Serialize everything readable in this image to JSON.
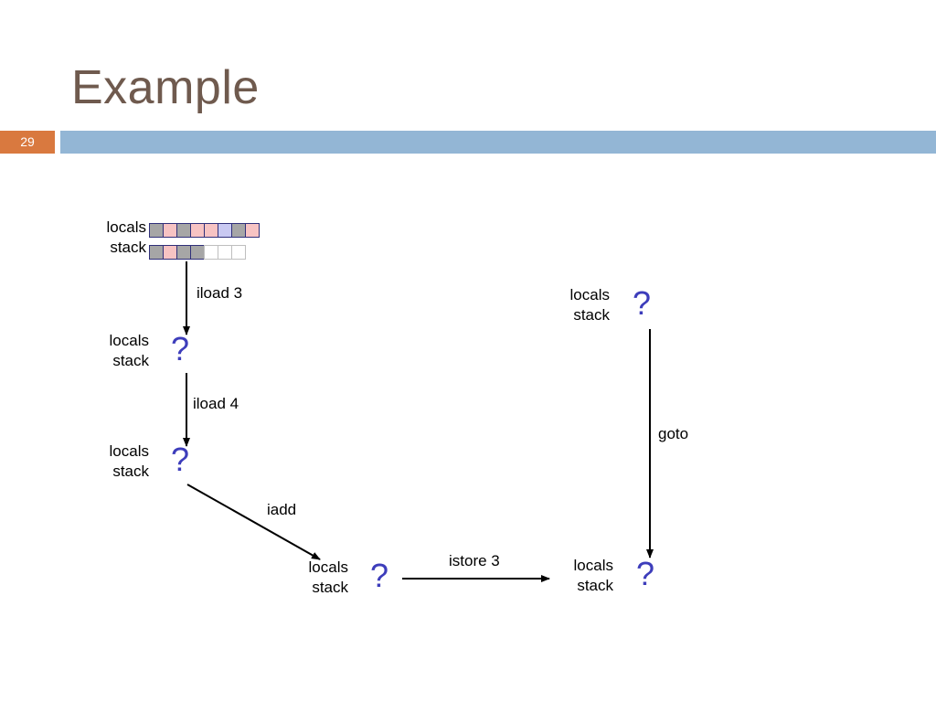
{
  "slide": {
    "title": "Example",
    "number": "29"
  },
  "colors": {
    "accent_orange": "#d9793f",
    "bar_blue": "#93b6d5",
    "title_brown": "#6f5a4e",
    "question_blue": "#3d3dbb",
    "cell_gray": "#a6a6a6",
    "cell_pink": "#f7c3c3",
    "cell_lavender": "#c9c9f2"
  },
  "frame_labels": {
    "locals": "locals",
    "stack": "stack",
    "unknown": "?"
  },
  "initial_state": {
    "locals_cells": [
      "gray",
      "pink",
      "gray",
      "pink",
      "pink",
      "lavender",
      "gray",
      "pink"
    ],
    "stack_cells": [
      "gray",
      "pink",
      "gray",
      "gray",
      "empty",
      "empty",
      "empty"
    ]
  },
  "instructions": {
    "iload3": "iload 3",
    "iload4": "iload 4",
    "iadd": "iadd",
    "istore3": "istore 3",
    "goto": "goto"
  }
}
